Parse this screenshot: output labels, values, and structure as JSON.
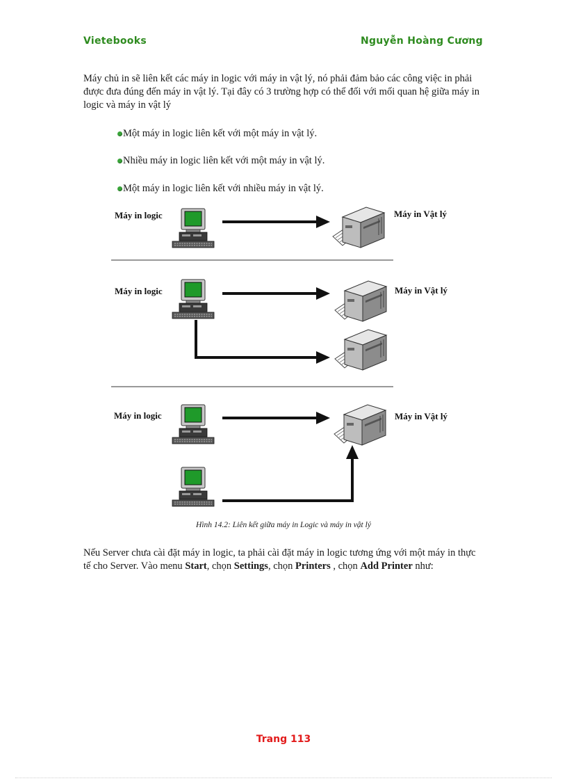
{
  "header": {
    "left": "Vietebooks",
    "right": "Nguyễn Hoàng Cương"
  },
  "intro": "Máy chủ in sẽ liên kết các máy in logic với máy in vật lý, nó phải đảm bảo các công việc in phải được đưa đúng đến máy in vật lý. Tại đây có 3 trường hợp có thể đối với mối quan hệ giữa máy in logic và máy in vật lý",
  "bullets": [
    "Một máy in logic liên kết với một máy in vật lý.",
    "Nhiều máy in logic liên kết với một máy in vật lý.",
    "Một máy in logic liên kết với nhiều máy in vật lý."
  ],
  "diagram": {
    "logical_label": "Máy in logic",
    "physical_label": "Máy in Vật lý"
  },
  "caption": "Hình 14.2: Liên kết giữa máy in Logic và máy in vật lý",
  "para2": {
    "t1": "Nếu Server chưa cài đặt máy in logic, ta phải cài đặt máy in logic tương ứng với một máy in thực tế cho Server. Vào menu ",
    "start": "Start",
    "t2": ", chọn ",
    "settings": "Settings",
    "t3": ", chọn ",
    "printers": "Printers",
    "t4": " , chọn ",
    "add_printer": "Add Printer",
    "t5": " như:"
  },
  "footer": "Trang 113",
  "colors": {
    "header": "#2e8b1f",
    "footer": "#e21b1b",
    "screen": "#1f9a2a",
    "bullet": "#3aa53a"
  }
}
